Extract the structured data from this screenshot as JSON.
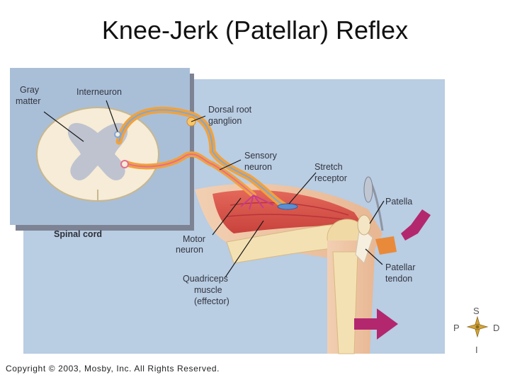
{
  "title": "Knee-Jerk (Patellar) Reflex",
  "labels": {
    "gray_matter": [
      "Gray",
      "matter"
    ],
    "interneuron": "Interneuron",
    "dorsal_root_ganglion": [
      "Dorsal root",
      "ganglion"
    ],
    "sensory_neuron": [
      "Sensory",
      "neuron"
    ],
    "stretch_receptor": [
      "Stretch",
      "receptor"
    ],
    "patella": "Patella",
    "motor_neuron": [
      "Motor",
      "neuron"
    ],
    "quadriceps": [
      "Quadriceps",
      "muscle",
      "(effector)"
    ],
    "patellar_tendon": [
      "Patellar",
      "tendon"
    ],
    "spinal_cord": "Spinal cord"
  },
  "compass": {
    "superior": "S",
    "inferior": "I",
    "proximal": "P",
    "distal": "D"
  },
  "copyright": "Copyright © 2003, Mosby, Inc. All Rights Reserved.",
  "colors": {
    "panel_blue": "#b9cde3",
    "inset_blue": "#a9bfd8",
    "muscle_red": "#d8544a",
    "bone": "#f4e1b3",
    "neuron_orange": "#f1a23c",
    "arrow_magenta": "#b3276f"
  }
}
